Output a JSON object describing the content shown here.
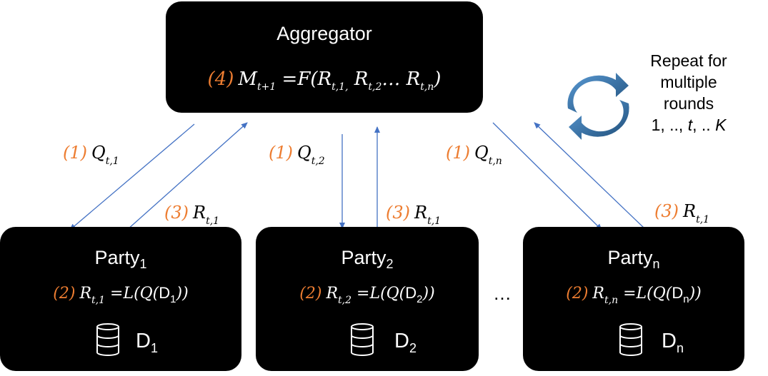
{
  "aggregator": {
    "title": "Aggregator",
    "step": "(4)",
    "formula": {
      "lhs": "M",
      "lhs_sub": "t+1",
      "eq_fn": " =F(",
      "r1": "R",
      "r1_sub": "t,1,",
      "r2": " R",
      "r2_sub": "t,2",
      "dots": "… ",
      "r3": "R",
      "r3_sub": "t,n",
      "close": ")"
    }
  },
  "parties": [
    {
      "name": "Party",
      "name_sub": "1",
      "step": "(2)",
      "r": "R",
      "r_sub": "t,1",
      "eq": " =L(Q(",
      "d": "D",
      "d_sub": "1",
      "close": "))",
      "db_label": "D",
      "db_sub": "1"
    },
    {
      "name": "Party",
      "name_sub": "2",
      "step": "(2)",
      "r": "R",
      "r_sub": "t,2",
      "eq": " =L(Q(",
      "d": "D",
      "d_sub": "2",
      "close": "))",
      "db_label": "D",
      "db_sub": "2"
    },
    {
      "name": "Party",
      "name_sub": "n",
      "step": "(2)",
      "r": "R",
      "r_sub": "t,n",
      "eq": " =L(Q(",
      "d": "D",
      "d_sub": "n",
      "close": "))",
      "db_label": "D",
      "db_sub": "n"
    }
  ],
  "messages": {
    "q1": {
      "step": "(1)",
      "sym": "Q",
      "sub": "t,1"
    },
    "q2": {
      "step": "(1)",
      "sym": "Q",
      "sub": "t,2"
    },
    "qn": {
      "step": "(1)",
      "sym": "Q",
      "sub": "t,n"
    },
    "r1": {
      "step": "(3)",
      "sym": "R",
      "sub": "t,1"
    },
    "r2": {
      "step": "(3)",
      "sym": "R",
      "sub": "t,1"
    },
    "rn": {
      "step": "(3)",
      "sym": "R",
      "sub": "t,1"
    }
  },
  "ellipsis": "…",
  "repeat": {
    "line1": "Repeat for",
    "line2": "multiple",
    "line3": "rounds",
    "line4_a": "1, .., ",
    "line4_t": "t",
    "line4_b": ", .. ",
    "line4_k": "K"
  },
  "colors": {
    "box": "#000000",
    "step": "#ed7d31",
    "arrow": "#4472c4",
    "cycle": "#2e75b6"
  },
  "icons": [
    "database-icon",
    "cycle-arrows-icon"
  ]
}
